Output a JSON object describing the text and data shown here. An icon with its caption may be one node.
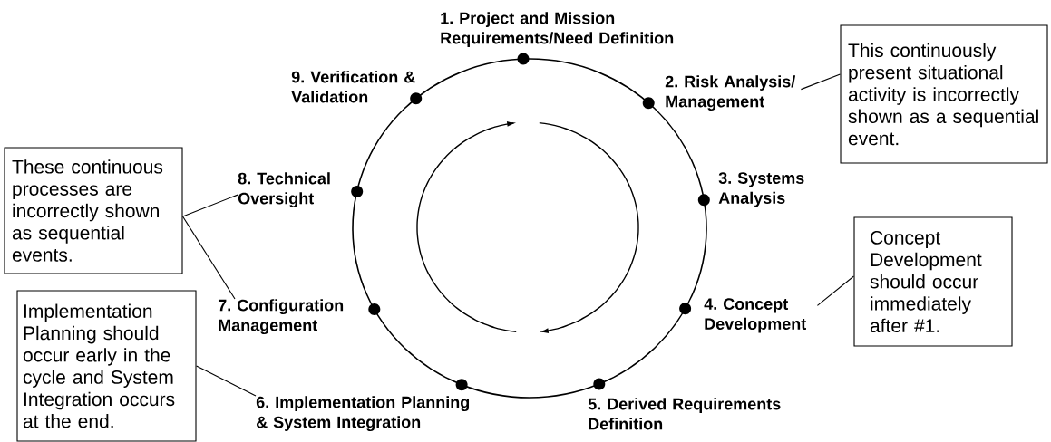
{
  "diagram": {
    "nodes": [
      {
        "text": [
          "1. Project and Mission Requirements/Need Definition"
        ]
      },
      {
        "text": [
          "2. Risk Analysis/ Management"
        ]
      },
      {
        "text": [
          "3. Systems Analysis"
        ]
      },
      {
        "text": [
          "4. Concept Development"
        ]
      },
      {
        "text": [
          "5. Derived Requirements Definition"
        ]
      },
      {
        "text": [
          "6. Implementation Planning & System Integration"
        ]
      },
      {
        "text": [
          "7. Configuration Management"
        ]
      },
      {
        "text": [
          "8. Technical Oversight"
        ]
      },
      {
        "text": [
          "9. Verification & Validation"
        ]
      },
      {
        "text": [
          "This continuously present situational activity is incorrectly shown as a sequential event."
        ]
      },
      {
        "text": [
          "These continuous processes are incorrectly shown as sequential events."
        ]
      },
      {
        "text": [
          "Implementation Planning should occur early in the cycle and System Integration occurs at the end."
        ]
      },
      {
        "text": [
          "Concept Development should occur immediately after #1."
        ]
      }
    ],
    "edges": [
      {
        "from": 9,
        "to": 1,
        "arrow": "none"
      },
      {
        "from": 10,
        "to": 7,
        "arrow": "none"
      },
      {
        "from": 10,
        "to": 6,
        "arrow": "none"
      },
      {
        "from": 11,
        "to": 5,
        "arrow": "none"
      },
      {
        "from": 12,
        "to": 3,
        "arrow": "none"
      }
    ]
  }
}
